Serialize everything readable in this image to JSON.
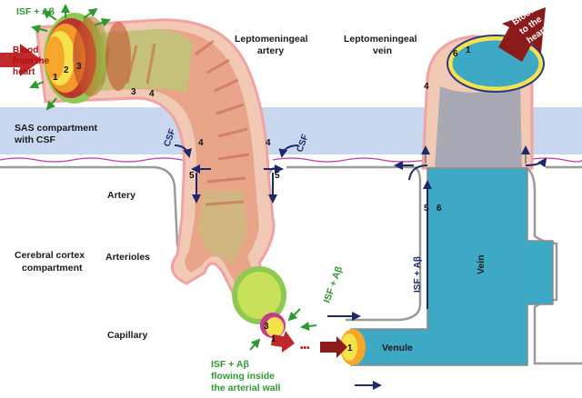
{
  "labels": {
    "isf_top": "ISF + Aβ",
    "blood_from_heart": [
      "Blood",
      "from the",
      "heart"
    ],
    "lepto_artery": [
      "Leptomeningeal",
      "artery"
    ],
    "lepto_vein": [
      "Leptomeningeal",
      "vein"
    ],
    "blood_to_heart": [
      "Blood",
      "to the",
      "heart"
    ],
    "sas": [
      "SAS compartment",
      "with CSF"
    ],
    "csf": "CSF",
    "artery": "Artery",
    "cortex": [
      "Cerebral cortex",
      "compartment"
    ],
    "arterioles": "Arterioles",
    "capillary": "Capillary",
    "isf_right": "ISF + Aβ",
    "isf_vertical": "ISF + Aβ",
    "isf_bottom": [
      "ISF + Aβ",
      "flowing inside",
      "the arterial wall"
    ],
    "venule": "Venule",
    "vein": "Vein",
    "dots": "•••"
  },
  "numbers": {
    "ring1": "1",
    "ring2": "2",
    "ring3": "3",
    "n3b": "3",
    "n4a": "4",
    "csf_left_4": "4",
    "csf_left_5": "5",
    "csf_right_4": "4",
    "csf_right_5": "5",
    "vein_4": "4",
    "vein_6": "6",
    "vein_1": "1",
    "vein_5": "5",
    "vein_6b": "6",
    "cap_3": "3",
    "cap_1": "1",
    "venule_1": "1"
  },
  "colors": {
    "artery_fill": "#e9a58a",
    "artery_green": "#a8d86e",
    "vein_fill": "#3ea9c4",
    "vein_top": "#a9a9b3",
    "sas_band": "#c9d8ef",
    "navy": "#1c2a6b",
    "green_text": "#2e9a2e",
    "blood_arrow": "#c0282a"
  }
}
